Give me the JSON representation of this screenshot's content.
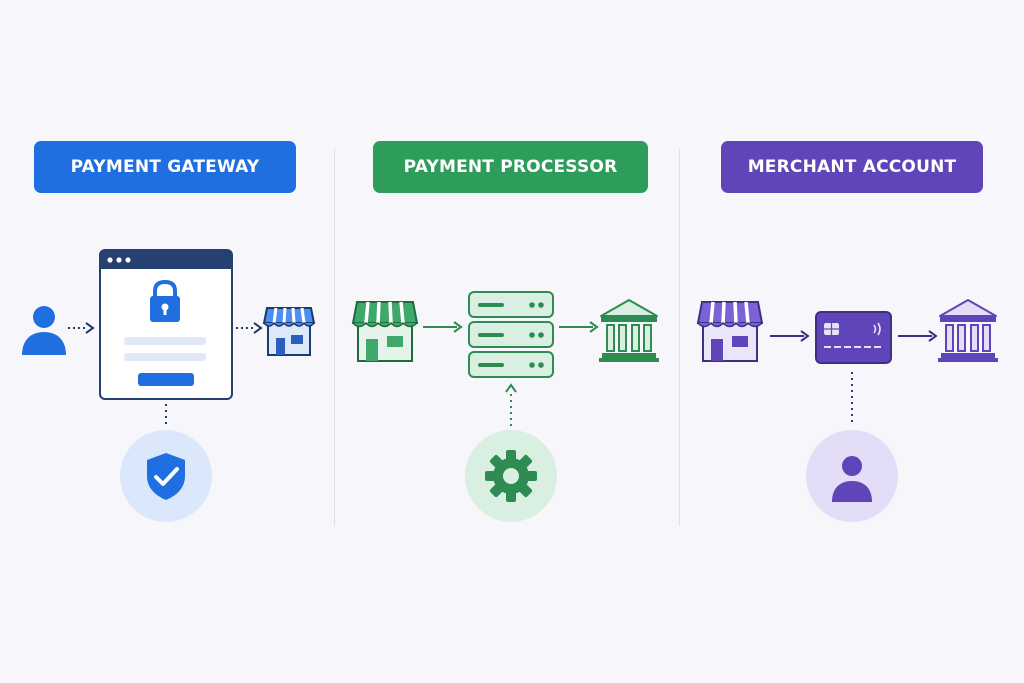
{
  "panels": [
    {
      "title": "PAYMENT GATEWAY",
      "accent": "#1f6fe0",
      "icons": [
        "user-icon",
        "secure-browser-window-icon",
        "storefront-icon",
        "shield-check-icon"
      ]
    },
    {
      "title": "PAYMENT PROCESSOR",
      "accent": "#2e9d5c",
      "icons": [
        "storefront-icon",
        "server-stack-icon",
        "bank-icon",
        "gear-icon"
      ]
    },
    {
      "title": "MERCHANT ACCOUNT",
      "accent": "#5f45b9",
      "icons": [
        "storefront-icon",
        "credit-card-icon",
        "bank-icon",
        "user-icon"
      ]
    }
  ]
}
